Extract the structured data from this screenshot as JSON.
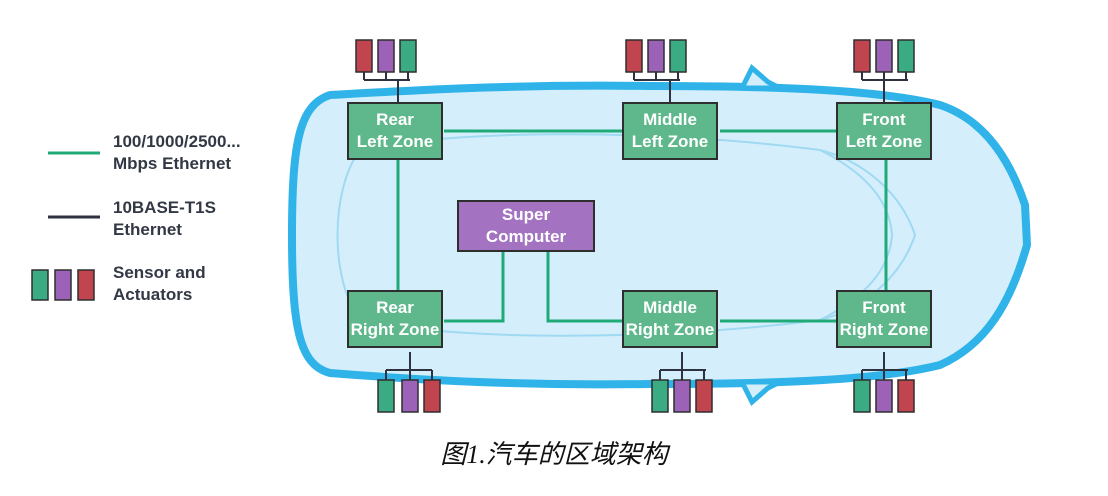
{
  "legend": {
    "ethernet_fast": "100/1000/2500...\nMbps Ethernet",
    "ethernet_t1s": "10BASE-T1S\nEthernet",
    "sensors": "Sensor and\nActuators"
  },
  "zones": {
    "rear_left": "Rear\nLeft Zone",
    "middle_left": "Middle\nLeft Zone",
    "front_left": "Front\nLeft Zone",
    "rear_right": "Rear\nRight Zone",
    "middle_right": "Middle\nRight Zone",
    "front_right": "Front\nRight Zone",
    "super_computer": "Super\nComputer"
  },
  "caption": "图1.汽车的区域架构",
  "colors": {
    "ethernet_line": "#1faa78",
    "t1s_line": "#2e3140",
    "zone_fill": "#5fb88c",
    "super_fill": "#a373c2",
    "sensor_red": "#c0454f",
    "sensor_purple": "#9b62b8",
    "sensor_green": "#3aab82",
    "car_outline": "#2fb3e8",
    "car_fill": "#d4effb"
  }
}
